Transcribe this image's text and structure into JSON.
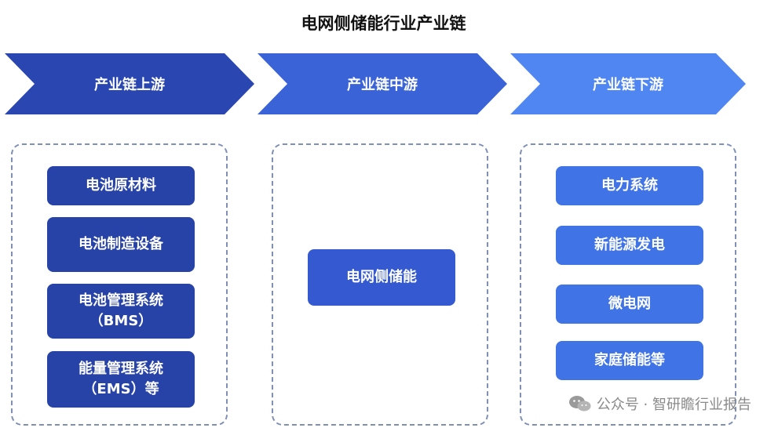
{
  "title": "电网侧储能行业产业链",
  "stages": [
    {
      "label": "产业链上游"
    },
    {
      "label": "产业链中游"
    },
    {
      "label": "产业链下游"
    }
  ],
  "upstream": [
    {
      "line1": "电池原材料",
      "line2": ""
    },
    {
      "line1": "电池制造设备",
      "line2": ""
    },
    {
      "line1": "电池管理系统",
      "line2": "（BMS）"
    },
    {
      "line1": "能量管理系统",
      "line2": "（EMS）等"
    }
  ],
  "midstream": [
    {
      "line1": "电网侧储能"
    }
  ],
  "downstream": [
    {
      "line1": "电力系统"
    },
    {
      "line1": "新能源发电"
    },
    {
      "line1": "微电网"
    },
    {
      "line1": "家庭储能等"
    }
  ],
  "watermark": {
    "icon": "wechat-icon",
    "text": "公众号 · 智研瞻行业报告"
  },
  "colors": {
    "upstream_arrow": "#2a46b0",
    "midstream_arrow": "#3a63d8",
    "downstream_arrow": "#4f86f1",
    "upstream_box": "#2843a8",
    "midstream_box": "#3459d0",
    "downstream_box": "#3f73e6"
  }
}
